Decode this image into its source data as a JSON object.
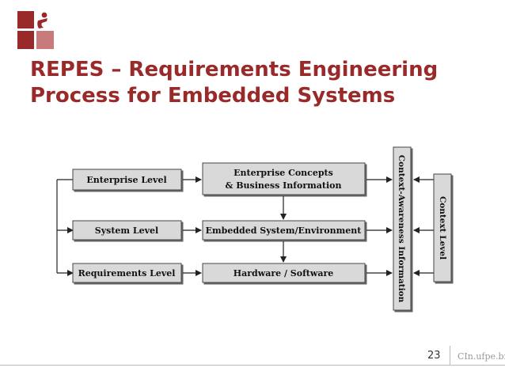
{
  "slide": {
    "title_line1": "REPES – Requirements Engineering",
    "title_line2": "Process for Embedded Systems",
    "page_number": "23",
    "site": "CIn.ufpe.br"
  },
  "diagram": {
    "levels": [
      "Enterprise Level",
      "System Level",
      "Requirements Level"
    ],
    "content_line1": "Enterprise Concepts",
    "content_line2": "& Business Information",
    "content_system": "Embedded System/Environment",
    "content_hw": "Hardware / Software",
    "awareness": "Context-Awareness Information",
    "context_level": "Context Level"
  },
  "colors": {
    "title": "#9a2a2a",
    "logo_dark": "#9a2a2a",
    "logo_light": "#c97b7b",
    "box_fill": "#d9d9d9"
  }
}
